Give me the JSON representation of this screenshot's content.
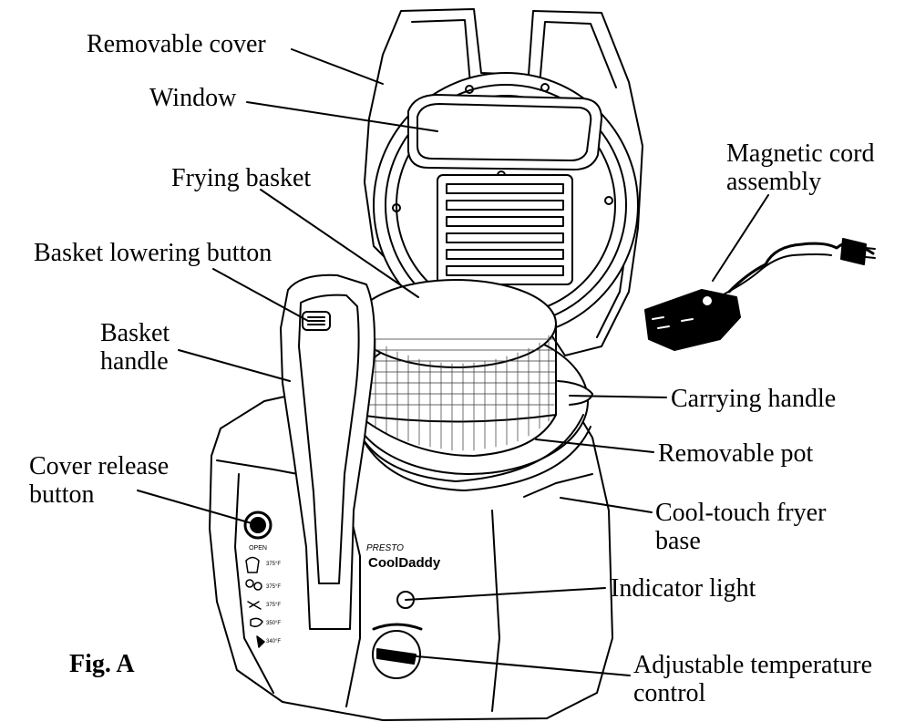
{
  "figure_label": "Fig. A",
  "labels": {
    "removable_cover": "Removable cover",
    "window": "Window",
    "frying_basket": "Frying basket",
    "basket_lowering_button": "Basket lowering button",
    "basket_handle": [
      "Basket",
      "handle"
    ],
    "cover_release_button": [
      "Cover release",
      "button"
    ],
    "magnetic_cord_assembly": [
      "Magnetic cord",
      "assembly"
    ],
    "carrying_handle": "Carrying handle",
    "removable_pot": "Removable pot",
    "cool_touch_fryer_base": [
      "Cool-touch fryer",
      "base"
    ],
    "indicator_light": "Indicator light",
    "adjustable_temperature_control": [
      "Adjustable temperature",
      "control"
    ]
  },
  "product_marks": {
    "brand": "PRESTO",
    "model": "CoolDaddy",
    "open_label": "OPEN",
    "temp_marks": [
      "375°F",
      "375°F",
      "375°F",
      "350°F",
      "340°F"
    ]
  }
}
